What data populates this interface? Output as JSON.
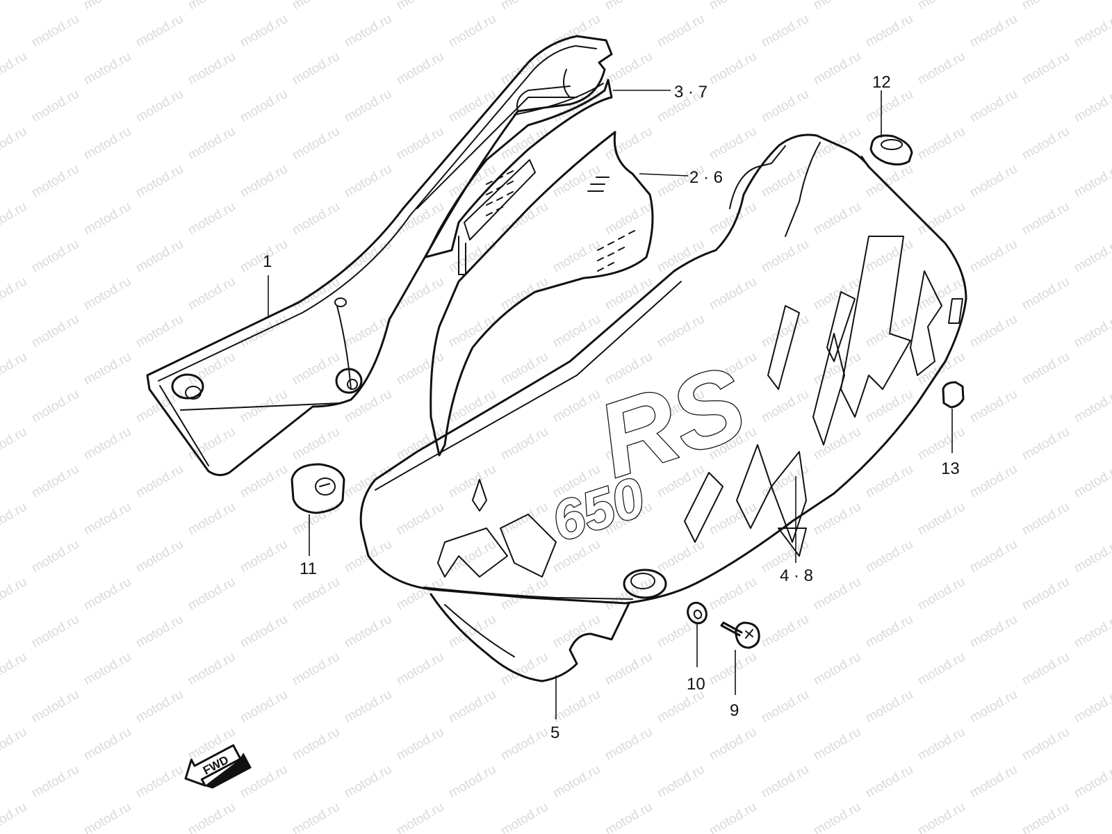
{
  "watermark": {
    "text": "motod.ru",
    "color": "#d9d9d9"
  },
  "callouts": [
    {
      "id": "c1",
      "label": "1"
    },
    {
      "id": "c37",
      "label": "3 · 7"
    },
    {
      "id": "c26",
      "label": "2 · 6"
    },
    {
      "id": "c12",
      "label": "12"
    },
    {
      "id": "c13",
      "label": "13"
    },
    {
      "id": "c11",
      "label": "11"
    },
    {
      "id": "c48",
      "label": "4 · 8"
    },
    {
      "id": "c10",
      "label": "10"
    },
    {
      "id": "c9",
      "label": "9"
    },
    {
      "id": "c5",
      "label": "5"
    }
  ],
  "decal": {
    "model_letters": "RS",
    "model_number": "650"
  },
  "direction_arrow": {
    "label": "FWD"
  }
}
